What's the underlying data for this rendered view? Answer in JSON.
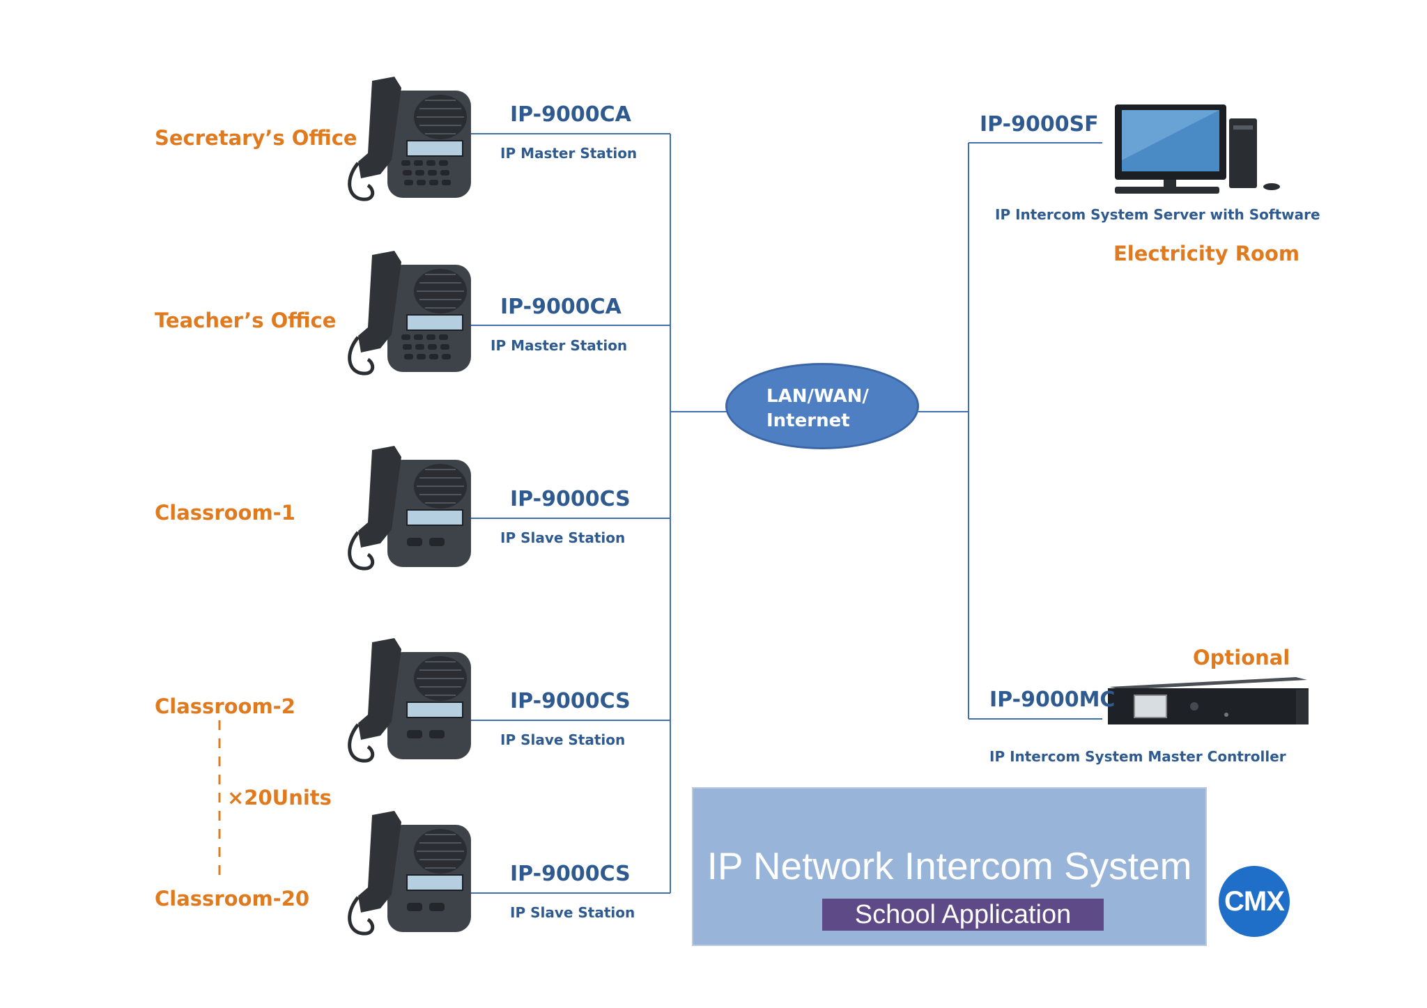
{
  "locations": {
    "secretary": "Secretary’s Office",
    "teacher": "Teacher’s Office",
    "classroom1": "Classroom-1",
    "classroom2": "Classroom-2",
    "classroom20": "Classroom-20",
    "electricity_room": "Electricity Room",
    "units": "×20Units"
  },
  "stations": [
    {
      "model": "IP-9000CA",
      "desc": "IP Master Station"
    },
    {
      "model": "IP-9000CA",
      "desc": "IP Master Station"
    },
    {
      "model": "IP-9000CS",
      "desc": "IP Slave Station"
    },
    {
      "model": "IP-9000CS",
      "desc": "IP Slave Station"
    },
    {
      "model": "IP-9000CS",
      "desc": "IP Slave Station"
    }
  ],
  "network": {
    "line1": "LAN/WAN/",
    "line2": "Internet"
  },
  "server": {
    "model": "IP-9000SF",
    "desc": "IP Intercom System Server with Software"
  },
  "controller": {
    "model": "IP-9000MC",
    "desc": "IP Intercom System Master Controller",
    "tag": "Optional"
  },
  "banner": {
    "title": "IP Network Intercom System",
    "subtitle": "School Application"
  },
  "logo": {
    "text": "CMX"
  },
  "colors": {
    "orange": "#e07a1f",
    "blue_text": "#2e5a8f",
    "line": "#3f6fb0",
    "cloud": "#4f7fc3",
    "banner": "#98b4d9",
    "subtitle_bg": "#5d4a86",
    "logo": "#1f6fc8"
  }
}
